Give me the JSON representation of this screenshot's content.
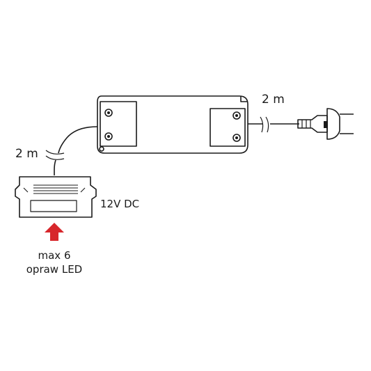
{
  "labels": {
    "cable_length_top": "2 m",
    "cable_length_left": "2 m",
    "output_voltage": "12V DC",
    "max_line1": "max 6",
    "max_line2": "opraw LED"
  },
  "colors": {
    "line": "#1a1a1a",
    "arrow": "#d7262b",
    "background": "#ffffff"
  },
  "components": {
    "power_supply": "power-supply-unit",
    "plug": "euro-plug-icon",
    "distributor": "distributor-box",
    "arrow": "arrow-up-icon"
  }
}
